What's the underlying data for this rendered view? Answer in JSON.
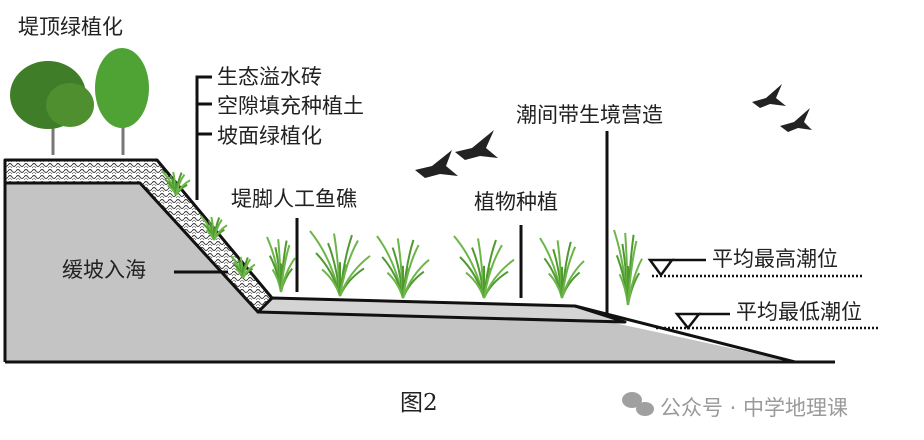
{
  "labels": {
    "crest_greening": "堤顶绿植化",
    "eco_brick": "生态溢水砖",
    "void_soil": "空隙填充种植土",
    "slope_greening": "坡面绿植化",
    "gentle_slope": "缓坡入海",
    "toe_reef": "堤脚人工鱼礁",
    "planting": "植物种植",
    "intertidal": "潮间带生境营造",
    "mean_high_tide": "平均最高潮位",
    "mean_low_tide": "平均最低潮位"
  },
  "caption": "图2",
  "watermark": "公众号 · 中学地理课",
  "colors": {
    "dike": "#c4c4c4",
    "line": "#111111",
    "plant": "#4f9a2f",
    "tree": "#3f8a2a",
    "bird": "#222222"
  }
}
